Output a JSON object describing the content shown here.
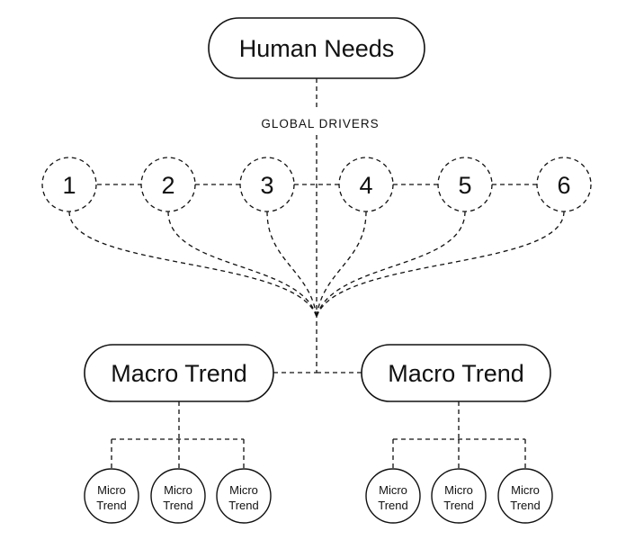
{
  "root": {
    "label": "Human Needs"
  },
  "drivers_label": "GLOBAL DRIVERS",
  "drivers": [
    "1",
    "2",
    "3",
    "4",
    "5",
    "6"
  ],
  "macro_trends": [
    {
      "label": "Macro Trend",
      "micro": [
        {
          "line1": "Micro",
          "line2": "Trend"
        },
        {
          "line1": "Micro",
          "line2": "Trend"
        },
        {
          "line1": "Micro",
          "line2": "Trend"
        }
      ]
    },
    {
      "label": "Macro Trend",
      "micro": [
        {
          "line1": "Micro",
          "line2": "Trend"
        },
        {
          "line1": "Micro",
          "line2": "Trend"
        },
        {
          "line1": "Micro",
          "line2": "Trend"
        }
      ]
    }
  ],
  "colors": {
    "stroke": "#111111",
    "background": "#ffffff"
  }
}
